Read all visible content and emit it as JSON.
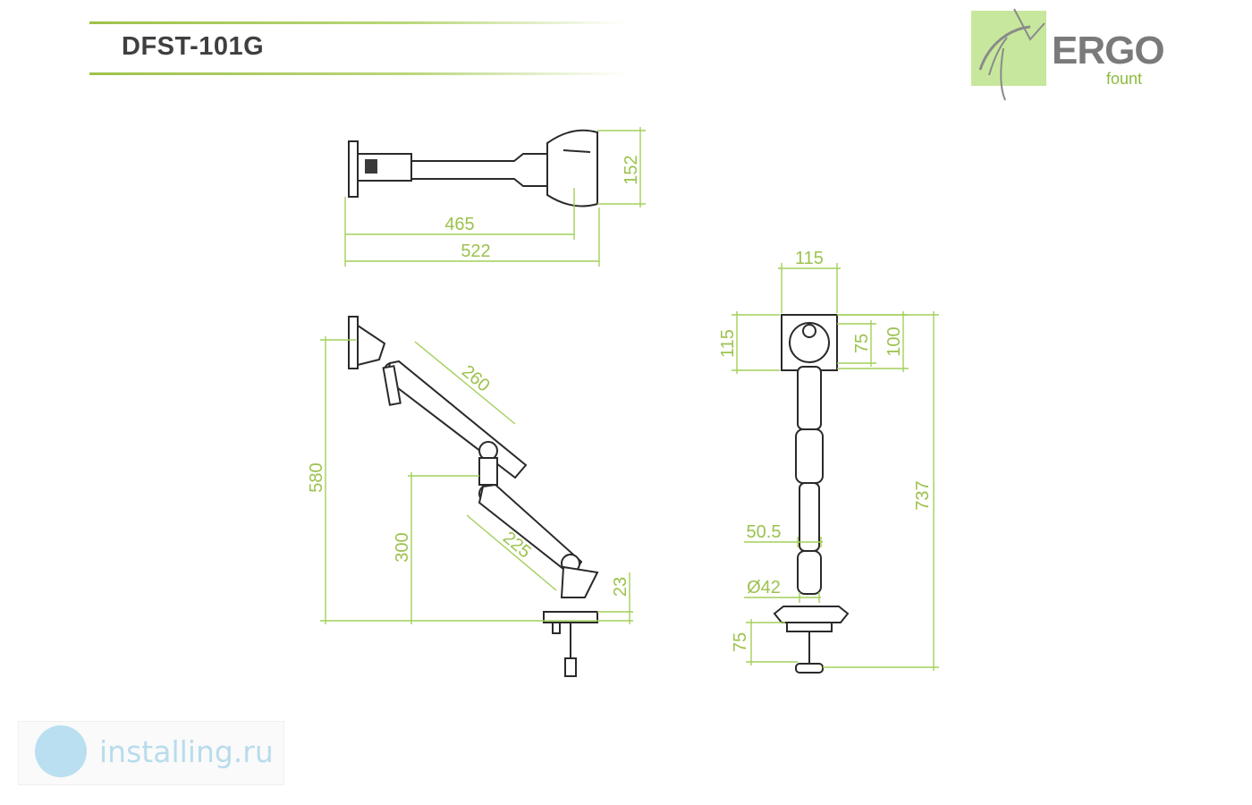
{
  "header": {
    "model": "DFST-101G"
  },
  "logo": {
    "brand": "ERGO",
    "sub": "fount"
  },
  "watermark": {
    "text": "installing.ru"
  },
  "colors": {
    "dimension": "#a3cf5a",
    "accent": "#9ec24a",
    "title": "#3f3f3f",
    "logo_square": "#c7e79c"
  },
  "dimensions": {
    "top_height": "152",
    "top_reach_inner": "465",
    "top_reach_outer": "522",
    "side_total_height": "580",
    "side_lower_height": "300",
    "upper_arm": "260",
    "lower_arm": "225",
    "base_height": "23",
    "front_width": "115",
    "front_plate_height": "115",
    "vesa_75": "75",
    "vesa_100": "100",
    "total_height": "737",
    "pole_width": "50.5",
    "pole_diameter": "Ø42",
    "clamp_depth": "75"
  }
}
